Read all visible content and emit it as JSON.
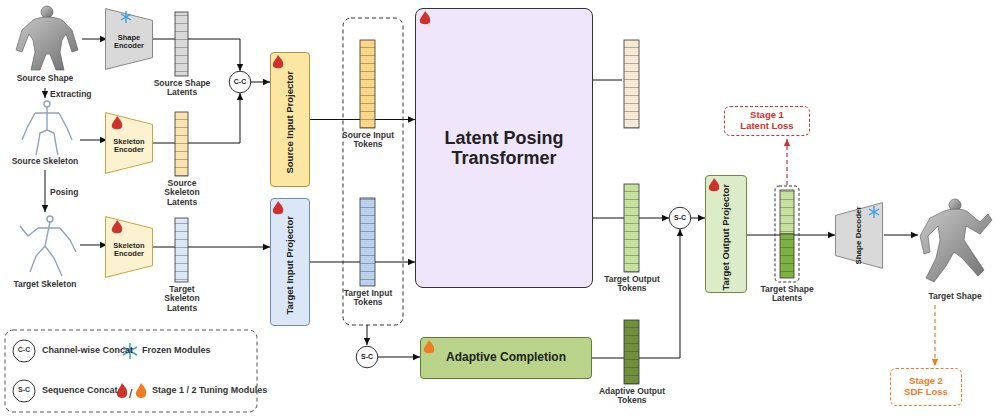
{
  "diagram": {
    "nodes": [
      {
        "text": [
          "Shape Encoder"
        ]
      },
      {
        "text": [
          "Skeleton Encoder"
        ]
      },
      {
        "text": [
          "Skeleton Encoder"
        ]
      },
      {
        "text": [
          "C-C"
        ]
      },
      {
        "text": [
          "Source Input Projector"
        ]
      },
      {
        "text": [
          "Target Input Projector"
        ]
      },
      {
        "text": [
          "Latent Posing Transformer"
        ]
      },
      {
        "text": [
          "S-C"
        ]
      },
      {
        "text": [
          "Target Output Projector"
        ]
      },
      {
        "text": [
          "Shape Decoder"
        ]
      },
      {
        "text": [
          "S-C"
        ]
      },
      {
        "text": [
          "Adaptive Completion"
        ]
      },
      {
        "text": [
          "Stage 1 Latent Loss"
        ]
      },
      {
        "text": [
          "Stage 2 SDF Loss"
        ]
      }
    ],
    "edges": [
      {
        "from": 0,
        "to": 3,
        "arrow": "to"
      },
      {
        "from": 1,
        "to": 3,
        "arrow": "to"
      },
      {
        "from": 3,
        "to": 4,
        "arrow": "to"
      },
      {
        "from": 4,
        "to": 6,
        "arrow": "to"
      },
      {
        "from": 2,
        "to": 5,
        "arrow": "to"
      },
      {
        "from": 5,
        "to": 6,
        "arrow": "to"
      },
      {
        "from": 6,
        "to": 7,
        "arrow": "to"
      },
      {
        "from": 7,
        "to": 8,
        "arrow": "to"
      },
      {
        "from": 8,
        "to": 9,
        "arrow": "to"
      },
      {
        "from": 11,
        "to": 7,
        "arrow": "to"
      },
      {
        "from": 10,
        "to": 11,
        "arrow": "to"
      }
    ],
    "labels": [
      "Source Shape",
      "Extracting",
      "Source Skeleton",
      "Posing",
      "Target Skeleton",
      "Source Shape Latents",
      "Source Skeleton Latents",
      "Target Skeleton Latents",
      "Source Input Tokens",
      "Target Input Tokens",
      "Target Output Tokens",
      "Adaptive Output Tokens",
      "Target Shape Latents",
      "Target Shape",
      "C-C",
      "S-C"
    ],
    "legend": [
      {
        "text": "Channel-wise Concat"
      },
      {
        "text": "Sequence Concat"
      },
      {
        "text": "Frozen Modules"
      },
      {
        "text": "Stage 1 / 2 Tuning Modules"
      }
    ]
  }
}
